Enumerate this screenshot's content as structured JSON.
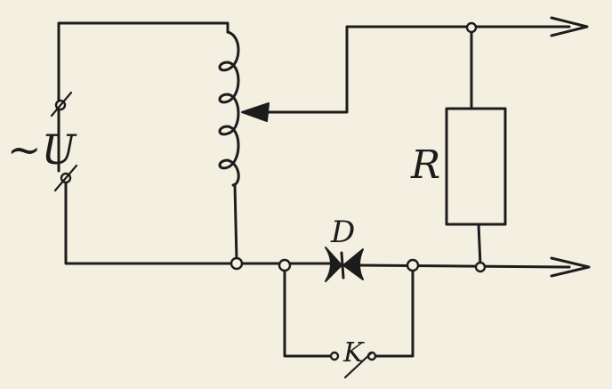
{
  "diagram": {
    "source_label": "~U",
    "resistor_label": "R",
    "diode_label": "D",
    "switch_label": "K"
  },
  "colors": {
    "ink": "#1c1c1c",
    "paper": "#f3f0e2"
  }
}
